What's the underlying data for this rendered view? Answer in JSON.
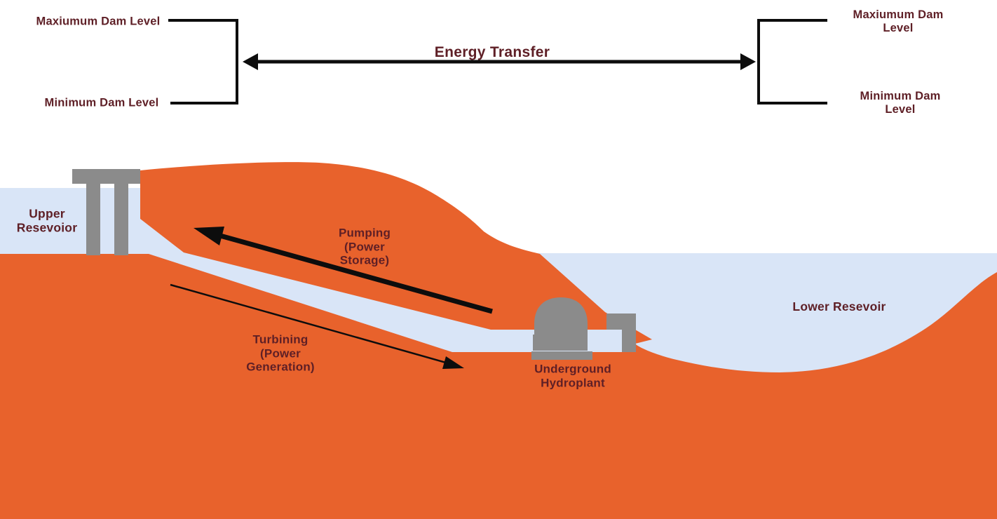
{
  "colors": {
    "background": "#FFFFFF",
    "terrain-orange": "#E8622C",
    "water-blue": "#D9E5F7",
    "structure-gray": "#8B8B8B",
    "label-maroon": "#5E1F26",
    "arrow-black": "#0D0D0D"
  },
  "top_annotation": {
    "left": {
      "max": "Maxiumum Dam Level",
      "min": "Minimum Dam Level"
    },
    "right": {
      "max": "Maxiumum Dam Level",
      "min": "Minimum Dam Level"
    },
    "energy_transfer": "Energy Transfer"
  },
  "diagram_labels": {
    "upper_reservoir": "Upper\nResevoior",
    "lower_reservoir": "Lower Resevoir",
    "pumping": "Pumping\n(Power\nStorage)",
    "turbining": "Turbining\n(Power\nGeneration)",
    "hydroplant": "Underground\nHydroplant"
  }
}
